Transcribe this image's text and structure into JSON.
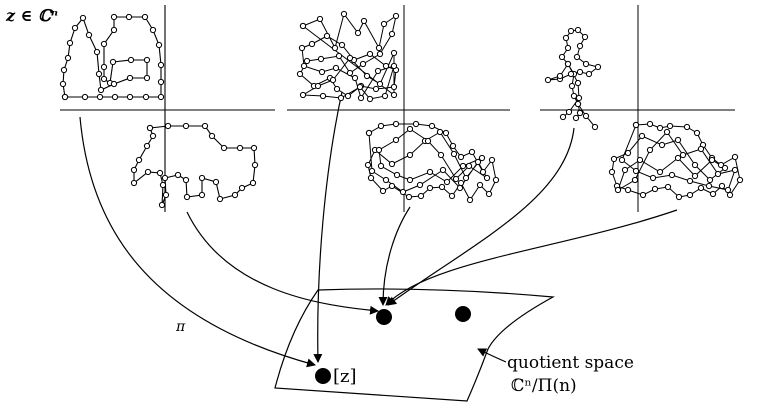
{
  "labels": {
    "point_space": "z ∈ ℂⁿ",
    "map": "π",
    "class_point": "[z]",
    "quotient_line1": "quotient space",
    "quotient_line2": "ℂⁿ/Π(n)"
  },
  "colors": {
    "ink": "#000000",
    "node_fill": "#ffffff",
    "background": "#ffffff"
  }
}
